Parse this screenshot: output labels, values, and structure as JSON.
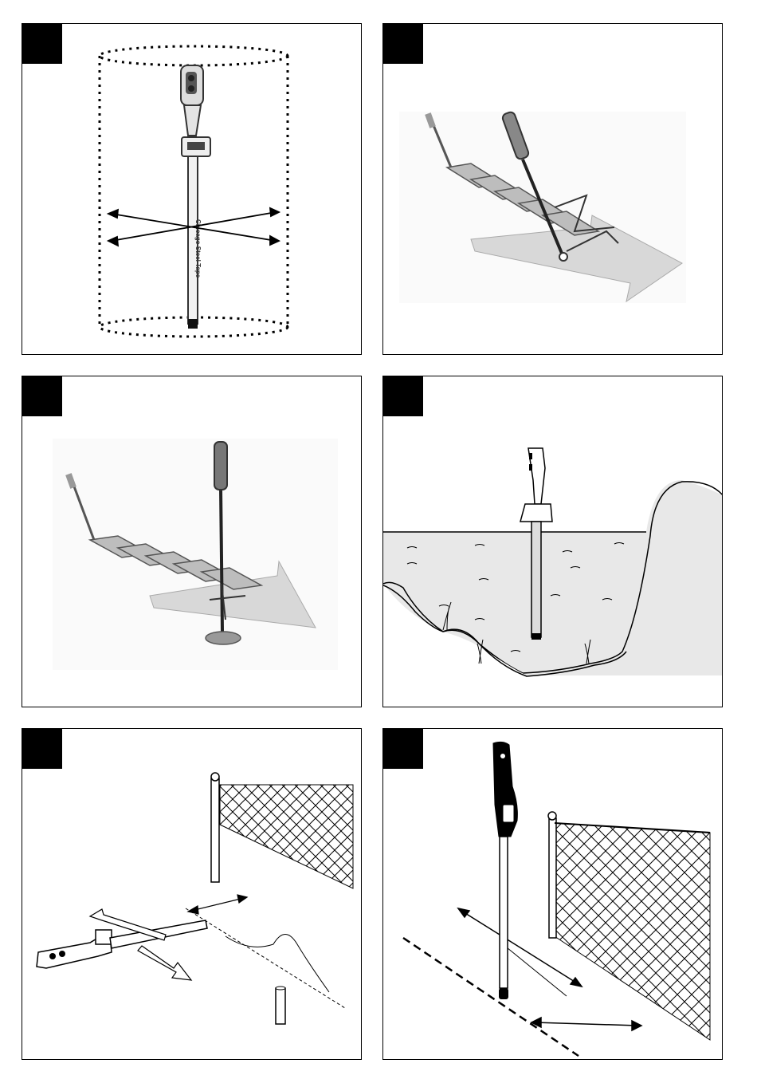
{
  "panels": [
    {
      "id": "p1",
      "tape_label": "Chicago Steel Tape"
    },
    {
      "id": "p2"
    },
    {
      "id": "p3"
    },
    {
      "id": "p4"
    },
    {
      "id": "p5"
    },
    {
      "id": "p6"
    }
  ]
}
